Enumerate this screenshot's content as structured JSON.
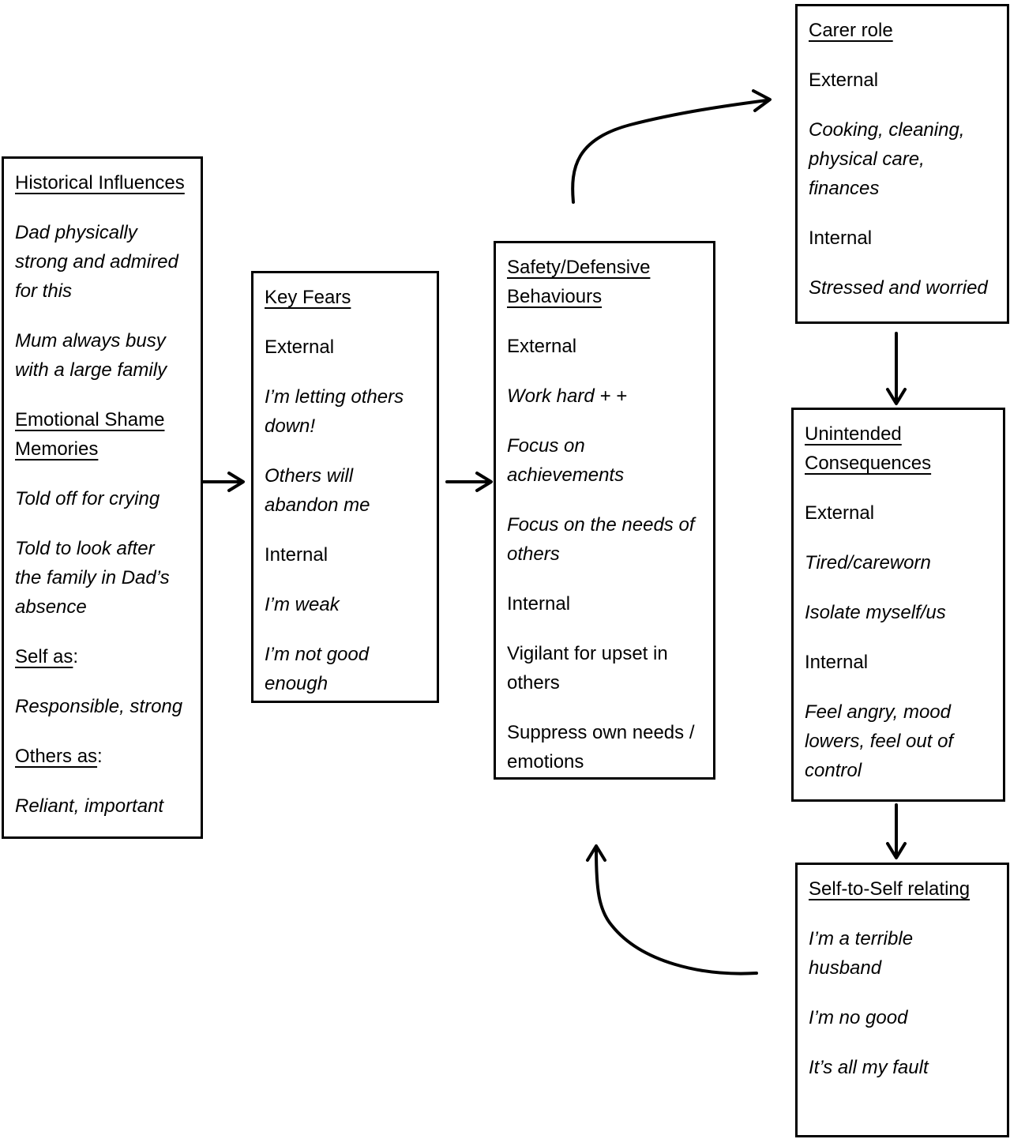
{
  "diagram": {
    "type": "flowchart",
    "colors": {
      "ink": "#000000",
      "background": "#ffffff"
    },
    "boxes": [
      {
        "id": "historical-influences",
        "paragraphs": [
          {
            "style": "heading",
            "text": "Historical Influences"
          },
          {
            "style": "italic",
            "text": "Dad physically\nstrong and admired\nfor this"
          },
          {
            "style": "italic",
            "text": "Mum always busy\nwith a large family"
          },
          {
            "style": "heading",
            "text": "Emotional Shame\nMemories"
          },
          {
            "style": "italic",
            "text": "Told off for crying"
          },
          {
            "style": "italic",
            "text": "Told to look after\nthe family in Dad’s\nabsence"
          },
          {
            "style": "heading",
            "text": "Self as",
            "suffix": ":"
          },
          {
            "style": "italic",
            "text": "Responsible, strong"
          },
          {
            "style": "heading",
            "text": "Others as",
            "suffix": ":"
          },
          {
            "style": "italic",
            "text": "Reliant, important"
          }
        ]
      },
      {
        "id": "key-fears",
        "paragraphs": [
          {
            "style": "heading",
            "text": "Key Fears"
          },
          {
            "style": "normal",
            "text": "External"
          },
          {
            "style": "italic",
            "text": "I’m letting others\ndown!"
          },
          {
            "style": "italic",
            "text": "Others will\nabandon me"
          },
          {
            "style": "normal",
            "text": "Internal"
          },
          {
            "style": "italic",
            "text": "I’m weak"
          },
          {
            "style": "italic",
            "text": "I’m not good\nenough"
          }
        ]
      },
      {
        "id": "safety-defensive-behaviours",
        "paragraphs": [
          {
            "style": "heading",
            "text": "Safety/Defensive\nBehaviours"
          },
          {
            "style": "normal",
            "text": "External"
          },
          {
            "style": "italic",
            "text": "Work hard + +"
          },
          {
            "style": "italic",
            "text": "Focus on\nachievements"
          },
          {
            "style": "italic",
            "text": "Focus on the needs of\nothers"
          },
          {
            "style": "normal",
            "text": "Internal"
          },
          {
            "style": "normal",
            "text": "Vigilant for upset in\nothers"
          },
          {
            "style": "normal",
            "text": "Suppress own needs /\nemotions"
          }
        ]
      },
      {
        "id": "carer-role",
        "paragraphs": [
          {
            "style": "heading",
            "text": "Carer role"
          },
          {
            "style": "normal",
            "text": "External"
          },
          {
            "style": "italic",
            "text": "Cooking, cleaning,\nphysical care,\nfinances"
          },
          {
            "style": "normal",
            "text": "Internal"
          },
          {
            "style": "italic",
            "text": "Stressed and worried"
          }
        ]
      },
      {
        "id": "unintended-consequences",
        "paragraphs": [
          {
            "style": "heading",
            "text": "Unintended\nConsequences"
          },
          {
            "style": "normal",
            "text": "External"
          },
          {
            "style": "italic",
            "text": "Tired/careworn"
          },
          {
            "style": "italic",
            "text": "Isolate myself/us"
          },
          {
            "style": "normal",
            "text": "Internal"
          },
          {
            "style": "italic",
            "text": "Feel angry, mood\nlowers, feel out of\ncontrol"
          }
        ]
      },
      {
        "id": "self-to-self-relating",
        "paragraphs": [
          {
            "style": "heading",
            "text": "Self-to-Self relating"
          },
          {
            "style": "italic",
            "text": "I’m a terrible\nhusband"
          },
          {
            "style": "italic",
            "text": "I’m no good"
          },
          {
            "style": "italic",
            "text": "It’s all my fault"
          }
        ]
      }
    ],
    "arrows": [
      {
        "id": "historical-to-key-fears",
        "from": "historical-influences",
        "to": "key-fears"
      },
      {
        "id": "key-fears-to-safety",
        "from": "key-fears",
        "to": "safety-defensive-behaviours"
      },
      {
        "id": "safety-to-carer",
        "from": "safety-defensive-behaviours",
        "to": "carer-role"
      },
      {
        "id": "carer-to-unintended",
        "from": "carer-role",
        "to": "unintended-consequences"
      },
      {
        "id": "unintended-to-self",
        "from": "unintended-consequences",
        "to": "self-to-self-relating"
      },
      {
        "id": "self-to-safety",
        "from": "self-to-self-relating",
        "to": "safety-defensive-behaviours"
      }
    ]
  }
}
